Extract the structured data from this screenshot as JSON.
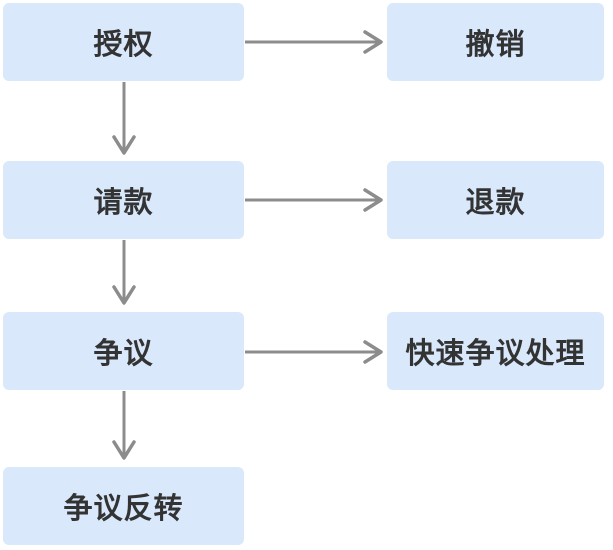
{
  "diagram": {
    "title": "payment-lifecycle-flowchart",
    "colors": {
      "background": "#ffffff",
      "node_fill": "#d9e8fb",
      "node_text": "#333333",
      "arrow": "#8c8c8c"
    },
    "nodes": [
      {
        "id": "authorization",
        "label": "授权"
      },
      {
        "id": "void",
        "label": "撤销"
      },
      {
        "id": "capture",
        "label": "请款"
      },
      {
        "id": "refund",
        "label": "退款"
      },
      {
        "id": "dispute",
        "label": "争议"
      },
      {
        "id": "rapid-dispute-resolution",
        "label": "快速争议处理"
      },
      {
        "id": "dispute-reversal",
        "label": "争议反转"
      }
    ],
    "edges": [
      {
        "from": "授权",
        "to": "撤销",
        "direction": "right"
      },
      {
        "from": "授权",
        "to": "请款",
        "direction": "down"
      },
      {
        "from": "请款",
        "to": "退款",
        "direction": "right"
      },
      {
        "from": "请款",
        "to": "争议",
        "direction": "down"
      },
      {
        "from": "争议",
        "to": "快速争议处理",
        "direction": "right"
      },
      {
        "from": "争议",
        "to": "争议反转",
        "direction": "down"
      }
    ]
  }
}
